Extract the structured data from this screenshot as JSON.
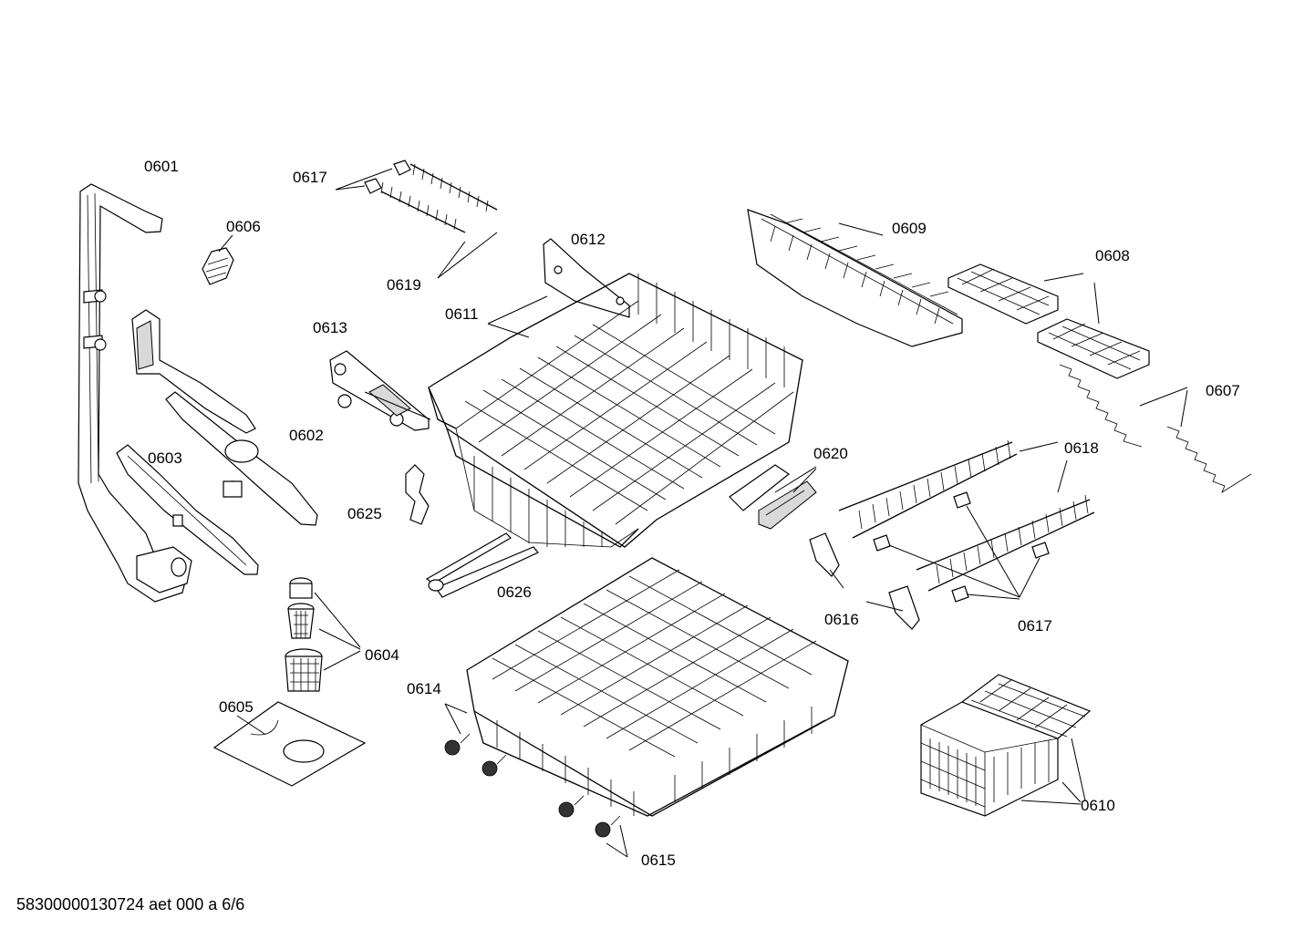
{
  "labels": {
    "p0601": "0601",
    "p0602": "0602",
    "p0603": "0603",
    "p0604": "0604",
    "p0605": "0605",
    "p0606": "0606",
    "p0607": "0607",
    "p0608": "0608",
    "p0609": "0609",
    "p0610": "0610",
    "p0611": "0611",
    "p0612": "0612",
    "p0613": "0613",
    "p0614": "0614",
    "p0615": "0615",
    "p0616": "0616",
    "p0617a": "0617",
    "p0617b": "0617",
    "p0618": "0618",
    "p0619": "0619",
    "p0620": "0620",
    "p0625": "0625",
    "p0626": "0626"
  },
  "footer": {
    "drawing_id": "58300000130724 aet 000 a 6/6"
  }
}
